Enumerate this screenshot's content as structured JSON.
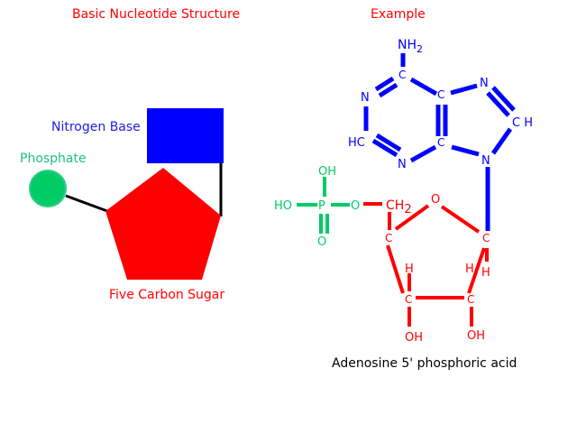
{
  "left_panel": {
    "title": "Basic Nucleotide Structure",
    "labels": {
      "nitrogen_base": "Nitrogen Base",
      "phosphate": "Phosphate",
      "sugar": "Five Carbon Sugar"
    }
  },
  "right_panel": {
    "title": "Example",
    "caption": "Adenosine 5' phosphoric acid",
    "base_atoms": {
      "nh2_main": "NH",
      "nh2_sub": "2",
      "c6": "C",
      "n1": "N",
      "c2": "HC",
      "n3": "N",
      "c5": "C",
      "c4": "C",
      "n7": "N",
      "c8": "C H",
      "n9": "N"
    },
    "phosphate_atoms": {
      "p": "P",
      "oh_top": "OH",
      "ho_left": "HO",
      "o_bottom": "O",
      "o_bridge": "O"
    },
    "sugar_atoms": {
      "ch2_main": "CH",
      "ch2_sub": "2",
      "o_ring": "O",
      "c4": "C",
      "c1": "C",
      "c3": "C",
      "c2": "C",
      "h_c3": "H",
      "h_c2": "H",
      "h_c1": "H",
      "oh_c3": "OH",
      "oh_c2": "OH"
    }
  },
  "colors": {
    "title_red": "#ff0000",
    "base_blue": "#0000ff",
    "label_blue": "#2020e0",
    "sugar_red": "#ff0000",
    "phosphate_green": "#00cc66",
    "phosphate_label": "#20c080",
    "bond_black": "#000000",
    "caption_black": "#000000"
  }
}
